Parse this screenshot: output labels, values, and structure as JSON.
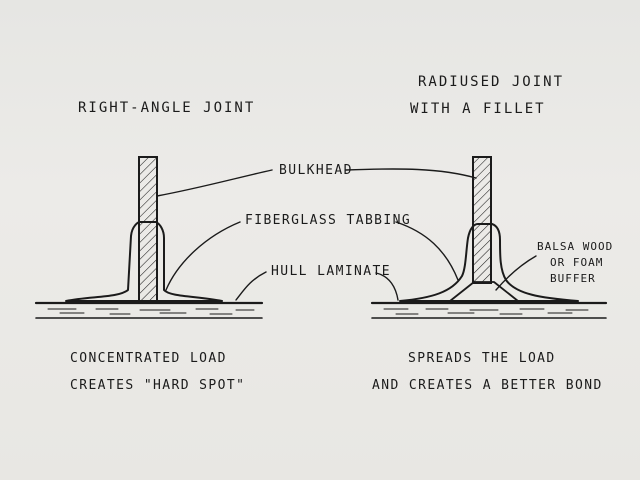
{
  "left": {
    "title": "RIGHT-ANGLE JOINT",
    "caption_line1": "CONCENTRATED LOAD",
    "caption_line2": "CREATES \"HARD SPOT\""
  },
  "right": {
    "title_line1": "RADIUSED JOINT",
    "title_line2": "WITH A FILLET",
    "caption_line1": "SPREADS THE LOAD",
    "caption_line2": "AND CREATES A BETTER BOND"
  },
  "callouts": {
    "bulkhead": "BULKHEAD",
    "fiberglass_tabbing": "FIBERGLASS TABBING",
    "hull_laminate": "HULL LAMINATE",
    "buffer_line1": "BALSA WOOD",
    "buffer_line2": "OR FOAM",
    "buffer_line3": "BUFFER"
  }
}
